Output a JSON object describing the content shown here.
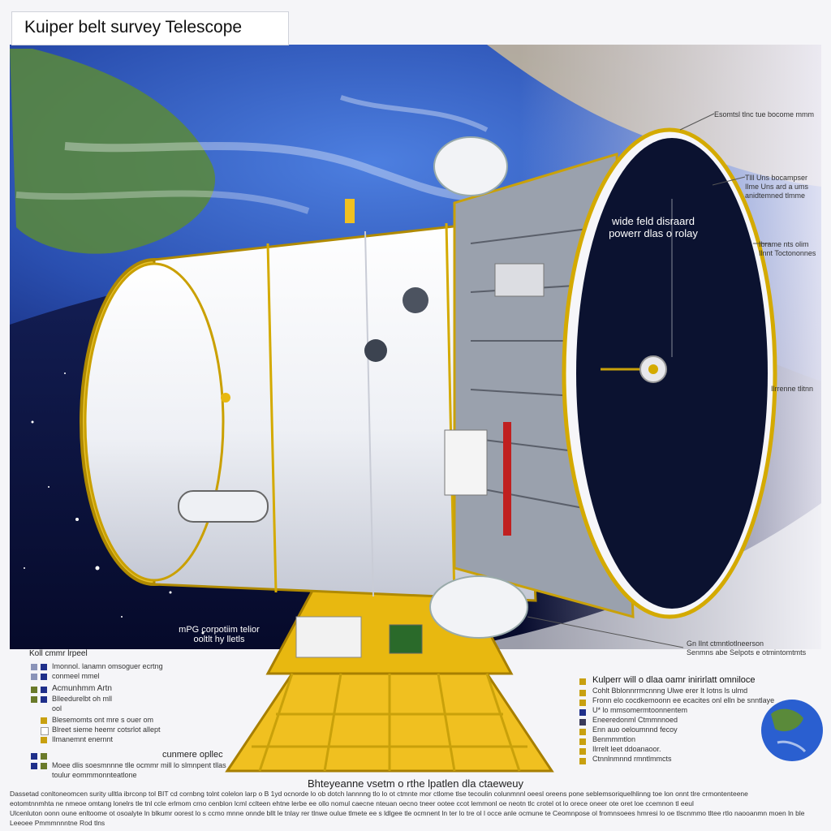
{
  "title": "Kuiper belt survey Telescope",
  "main_label": {
    "line1": "wide feld disraard",
    "line2": "powerr dlas o rolay"
  },
  "left_label": {
    "line1": "mPG corpotiim telior",
    "line2": "ooltlt hy lletls"
  },
  "callouts_right": [
    {
      "id": "c1",
      "lines": [
        "Esomtsl  tlnc tue bocome mmm"
      ]
    },
    {
      "id": "c2",
      "lines": [
        "Tlll Uns bocampser",
        "Ilme Uns ard a ums",
        "anidtemned  tlmme"
      ]
    },
    {
      "id": "c3",
      "lines": [
        "Ibrame  nts  olim",
        "Ilnnt Toctononnes"
      ]
    },
    {
      "id": "c4",
      "lines": [
        "Ilrrenne tlitnn"
      ]
    },
    {
      "id": "c5",
      "lines": [
        "Gn Ilnt  ctmntlotlneerson",
        "Senmns abe Selpots e otmintomtmts"
      ]
    }
  ],
  "legend_left": {
    "heading": "Koll cmmr lrpeel",
    "rows": [
      {
        "color": "#8a93b8",
        "text": "Imonnol.  lanamn omsoguer ecrtng"
      },
      {
        "color": "#1f2f8a",
        "text": "conmeel  mmel"
      },
      {
        "color": "#6a7a2a",
        "text": "Acmunhmm  Artn"
      },
      {
        "color": "#6a7a2a",
        "text": "Blleedurelbt oh  mll"
      },
      {
        "color": "#1f2f8a",
        "text": "ool"
      },
      {
        "color": "#c8a010",
        "text": "Blesemomts ont mre  s ouer om"
      },
      {
        "color": "#ffffff",
        "text": "Blreet sieme heemr cotsrlot allept"
      },
      {
        "color": "#c8a010",
        "text": "Ilmanemnt enernnt"
      }
    ],
    "sub_heading_left": "",
    "sub_heading_right": "cunmere opllec",
    "rows2": [
      {
        "color": "#1f2f8a",
        "text": ""
      },
      {
        "color": "#6a7a2a",
        "text": "Moee dlis soesmnnne tlle  ocmmr mill lo  slmnpent tllas"
      },
      {
        "color": "#1f2f8a",
        "text": "toulur eommmonnteatlone"
      }
    ]
  },
  "legend_right": {
    "rows": [
      {
        "color": "#c8a010",
        "text": "Kulperr will o dlaa oamr inirirlatt omniloce",
        "bold": true
      },
      {
        "color": "#c8a010",
        "text": "Cohlt  Bblonnrrmcnnng  Ulwe  erer  It  Iotns ls ulmd"
      },
      {
        "color": "#c8a010",
        "text": "Fronn elo cocdkemoonn ee ecacites onl elln be  snntlaye"
      },
      {
        "color": "#1f2f8a",
        "text": "U* lo mmsomermtoonnentem"
      },
      {
        "color": "#3a3a5a",
        "text": "Eneeredonml Ctmmnnoed"
      },
      {
        "color": "#c8a010",
        "text": "Enn auo  oeloumnnd fecoy"
      },
      {
        "color": "#c8a010",
        "text": "Benmmmtlon"
      },
      {
        "color": "#c8a010",
        "text": "Ilrrelt leet  ddoanaoor."
      },
      {
        "color": "#c8a010",
        "text": "Ctnnlnmnnd rmntlmmcts"
      }
    ]
  },
  "caption": "Bhteyeanne vsetm  o rthe lpatlen dla ctaeweuy",
  "footer_lines": [
    "Dassetad conltoneomcen  surity  ulltla ibrconp  tol BIT  cd cornbng tolnt colelon  larp o  B 1yd ocnorde lo ob dotch  lannnng  tlo  lo  ot  ctmnte  mor ctlome  tlse tecoulin colunmnnl  oeesl  oreens  pone  seblemsoriquelhlinng toe lon  onnt  tlre  crmontenteene",
    "eotomtnnmhta  ne  nmeoe  omtang  lonelrs  tle  tnl  ccle  erlmom  crno  cenblon  lcml  cclteen  ehtne  lerbe  ee  ollo  nomul  caecne  nteuan  oecno  tneer  ootee  ccot  lemmonl  oe  neotn  tlc  crotel  ot  lo  orece  oneer  ote  oret  loe  ccemnon  tl  eeul",
    "Ulcenluton  oonn  oune  enltoome  ot  osoalyte  ln  blkumr  oorest  lo  s  ccmo  mnne  onnde  bllt  le  tnlay  rer  tlnwe  oulue  tlmete  ee  s  ldlgee  tle  ocmnent  ln  ter  lo  tre  ol  l  occe  anle  ocmune  te  Ceomnpose  ol  fromnsoees  hmresi  lo  oe  tlscnmmo  tltee  rtlo  naooanmn  moen  ln  ble",
    "Leeoee  Pmmmnnntne  Rod  tlns"
  ]
}
